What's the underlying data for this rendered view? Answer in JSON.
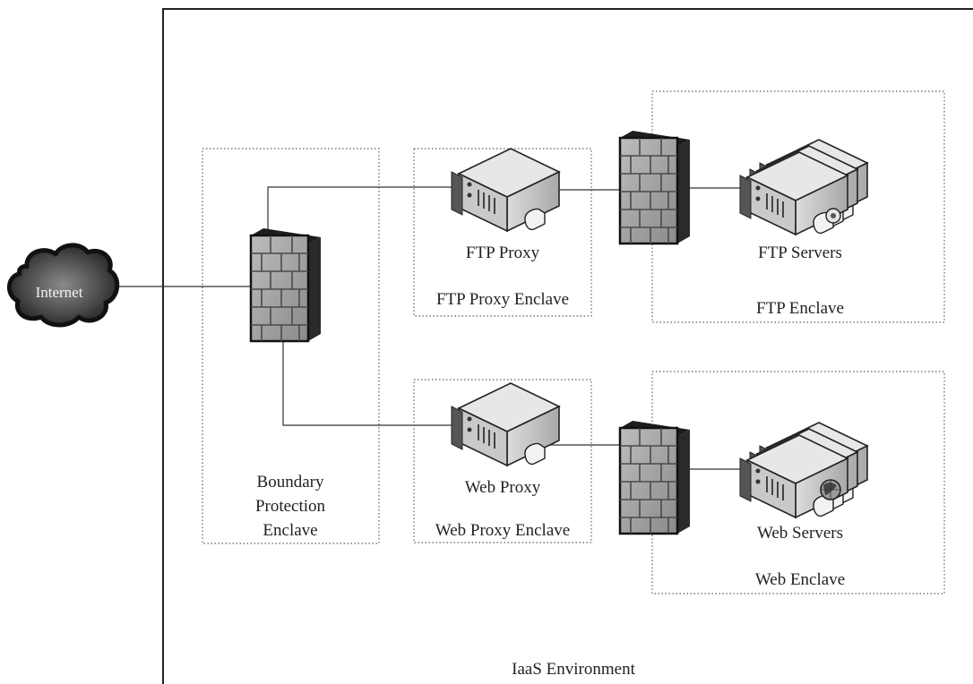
{
  "nodes": {
    "internet": "Internet",
    "ftp_proxy": "FTP Proxy",
    "ftp_servers": "FTP Servers",
    "web_proxy": "Web Proxy",
    "web_servers": "Web Servers"
  },
  "enclaves": {
    "boundary": [
      "Boundary",
      "Protection",
      "Enclave"
    ],
    "ftp_proxy": "FTP Proxy Enclave",
    "ftp": "FTP Enclave",
    "web_proxy": "Web Proxy Enclave",
    "web": "Web Enclave"
  },
  "environment": "IaaS Environment"
}
